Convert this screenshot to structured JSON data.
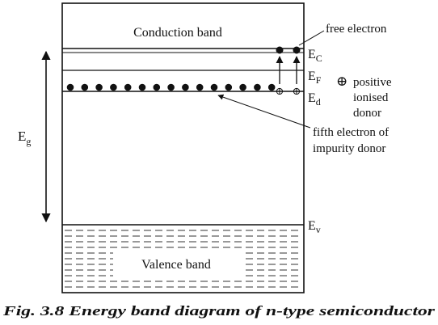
{
  "bands": {
    "conduction": "Conduction band",
    "valence": "Valence band"
  },
  "levels": {
    "ec_main": "E",
    "ec_sub": "C",
    "ef_main": "E",
    "ef_sub": "F",
    "ed_main": "E",
    "ed_sub": "d",
    "ev_main": "E",
    "ev_sub": "v",
    "eg_main": "E",
    "eg_sub": "g"
  },
  "annotations": {
    "free_electron": "free electron",
    "positive_line1": "positive",
    "positive_line2": "ionised",
    "positive_line3": "donor",
    "plus_symbol": "⊕",
    "fifth_line1": "fifth electron of",
    "fifth_line2": "impurity donor"
  },
  "caption": "Fig. 3.8 Energy band diagram of n-type semiconductor",
  "donor_electron_count": 15
}
